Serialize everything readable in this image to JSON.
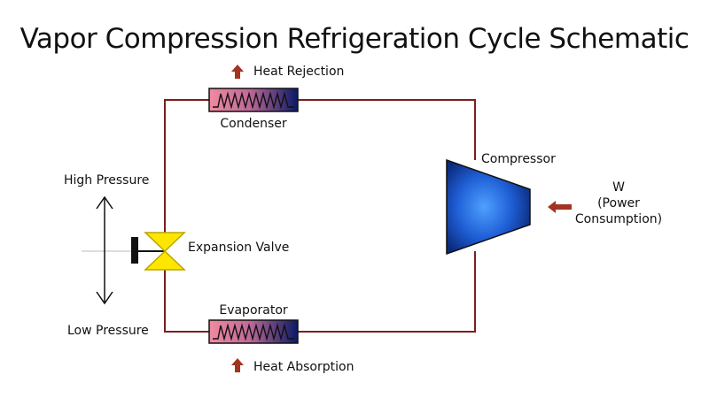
{
  "title": "Vapor Compression Refrigeration Cycle Schematic",
  "components": {
    "condenser": "Condenser",
    "evaporator": "Evaporator",
    "compressor": "Compressor",
    "expansion_valve": "Expansion Valve"
  },
  "annotations": {
    "heat_rejection": "Heat Rejection",
    "heat_absorption": "Heat Absorption",
    "work_symbol": "W",
    "work_line_1": "(Power",
    "work_line_2": "Consumption)",
    "high_pressure": "High Pressure",
    "low_pressure": "Low Pressure"
  },
  "colors": {
    "pipe": "#7a1f1f",
    "arrow": "#a33420",
    "coil_warm": "#f08aa0",
    "coil_cool": "#0a1a66",
    "compressor_center": "#3f8fff",
    "compressor_edge": "#0b2a7a",
    "valve_fill": "#ffe600",
    "valve_stroke": "#b8a500",
    "handle": "#111111"
  }
}
